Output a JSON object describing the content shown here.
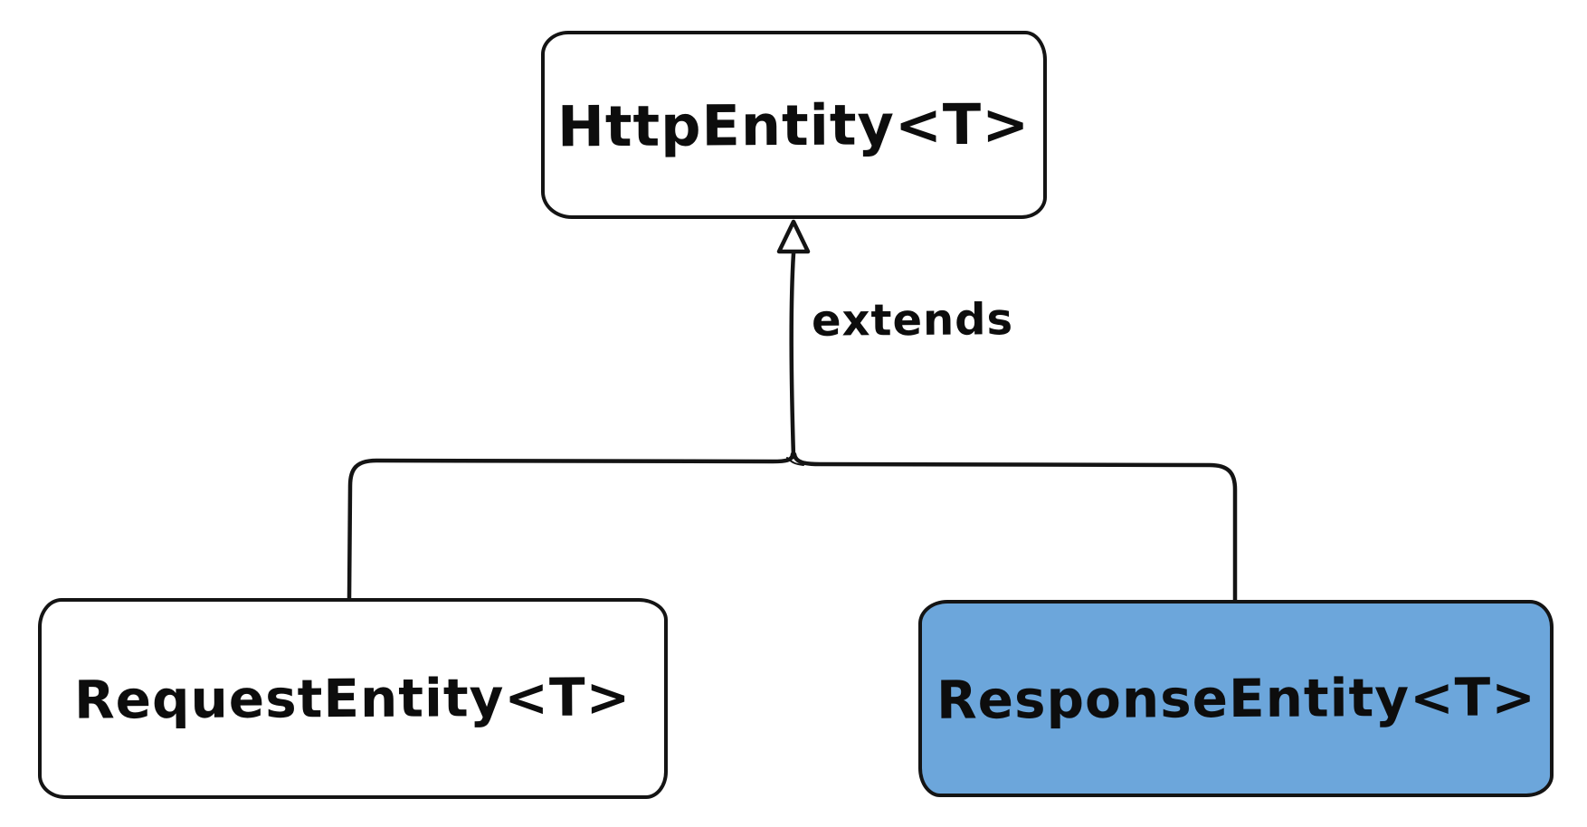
{
  "diagram": {
    "type": "uml-class-inheritance",
    "background_color": "#ffffff",
    "stroke_color": "#141414",
    "nodes": [
      {
        "id": "http-entity",
        "label": "HttpEntity<T>",
        "fill": "#ffffff",
        "highlighted": false
      },
      {
        "id": "request-entity",
        "label": "RequestEntity<T>",
        "fill": "#ffffff",
        "highlighted": false
      },
      {
        "id": "response-entity",
        "label": "ResponseEntity<T>",
        "fill": "#6CA6DB",
        "highlighted": true
      }
    ],
    "edges": [
      {
        "from": "request-entity",
        "to": "http-entity",
        "type": "inheritance",
        "label": "extends"
      },
      {
        "from": "response-entity",
        "to": "http-entity",
        "type": "inheritance",
        "label": "extends"
      }
    ],
    "edge_label": "extends",
    "arrowhead": "hollow-triangle"
  }
}
